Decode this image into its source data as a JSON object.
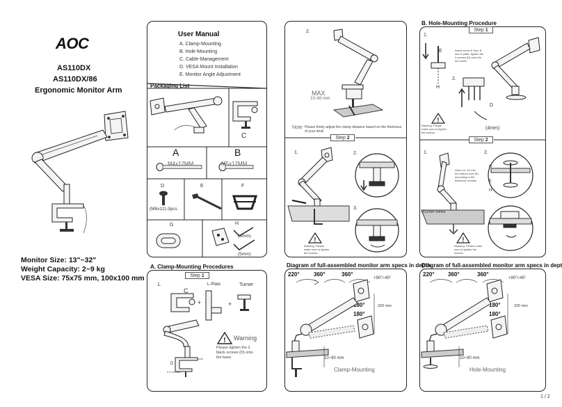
{
  "brand": "AOC",
  "cover": {
    "model_1": "AS110DX",
    "model_2": "AS110DX/86",
    "product": "Ergonomic Monitor Arm",
    "specs": [
      "Monitor Size: 13\"~32\"",
      "Weight Capacity: 2~9 kg",
      "VESA Size: 75x75 mm, 100x100 mm"
    ]
  },
  "manual": {
    "title": "User Manual",
    "toc": [
      "A.  Clamp-Mounting",
      "B.  Hole-Mounting",
      "C.  Cable-Management",
      "D.  VESA Mount Installation",
      "E.  Monitor Angle Adjustment"
    ],
    "packaging_title": "Packaging List",
    "parts": {
      "c": "C",
      "a": "A",
      "a_spec": "M4x12MM",
      "b": "B",
      "b_spec": "M5x12MM",
      "d": "D",
      "d_spec": "(M6x12)-3pcs",
      "e": "E",
      "f": "F",
      "g": "G",
      "h": "H",
      "h_4": "(4mm)",
      "h_5": "(5mm)"
    }
  },
  "clamp": {
    "title": "A. Clamp-Mounting Procedures",
    "step_word": "Step",
    "step_1": "1",
    "num_1": "1.",
    "lbl_c": "C",
    "lbl_lplate": "L-Plate",
    "lbl_turner": "Turner",
    "lbl_d": "D",
    "lbl_3screws": "3 X screws",
    "warning": "Warning",
    "warning_text": "Please tighten the 3 black screws (D) onto the base."
  },
  "col3": {
    "num_2": "2.",
    "max_label": "MAX",
    "max_range": "10~90 mm",
    "note_label": "Note",
    "note_text": "Please freely adjust the clamp distance based on the thickness of your desk.",
    "step_2": "2",
    "num_1b": "1.",
    "num_2b": "2.",
    "num_3b": "3.",
    "warning_small": "Warning: Please make sure to tighten the screws."
  },
  "hole": {
    "title": "B. Hole-Mounting Procedure",
    "step_1": "1",
    "num_1": "1.",
    "num_2": "2.",
    "lbl_e": "E",
    "lbl_h": "H",
    "lbl_d": "D",
    "h_4mm": "(4mm)",
    "insert_text": "Insert screw E from B into H plate, tighten the 3 screws (D) onto the arm base.",
    "warning_small": "Warning: Please make sure to tighten the screws.",
    "step_2": "2",
    "num_1b": "1.",
    "num_2b": "2.",
    "hole_text": "Hole cut: Go into the bottom hole (E) according to the thickness of table.",
    "hole_dim": "Ø12mm~54mm",
    "lbl_e2": "E",
    "lbl_h2": "H",
    "lbl_g": "G"
  },
  "diagrams": {
    "clamp_title": "Diagram of full-assembled monitor arm specs in depth",
    "hole_title": "Diagram of full-assembled monitor arm specs in depth",
    "deg_220": "220°",
    "deg_360a": "360°",
    "deg_360b": "360°",
    "deg_180a": "180°",
    "deg_180b": "180°",
    "tilt": "+90°/-45°",
    "height": "320 mm",
    "desk": "10~90 mm",
    "clamp_label": "Clamp-Mounting",
    "hole_label": "Hole-Mounting"
  },
  "page": "1 / 2"
}
